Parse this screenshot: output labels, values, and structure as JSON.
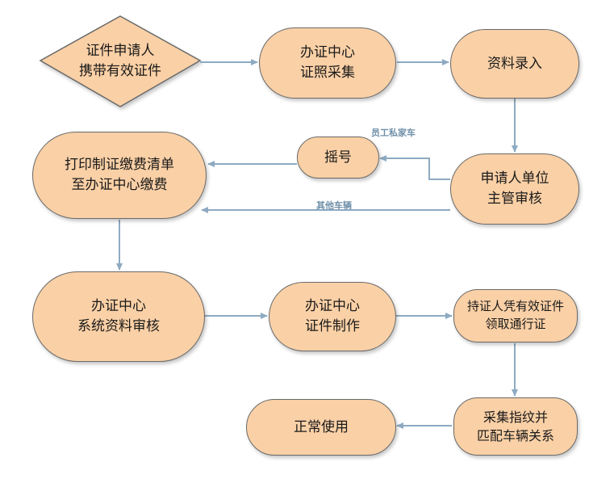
{
  "colors": {
    "node_fill": "#fad0a6",
    "node_border": "#6a6a6a",
    "arrow": "#8eaac2",
    "edge_label": "#6f8fa8"
  },
  "nodes": {
    "applicant": "证件申请人\n携带有效证件",
    "photo": "办证中心\n证照采集",
    "data_entry": "资料录入",
    "print_bill": "打印制证缴费清单\n至办证中心缴费",
    "lottery": "摇号",
    "unit_review": "申请人单位\n主管审核",
    "system_review": "办证中心\n系统资料审核",
    "make_card": "办证中心\n证件制作",
    "collect_pass": "持证人凭有效证件\n领取通行证",
    "normal_use": "正常使用",
    "fingerprint": "采集指纹并\n匹配车辆关系"
  },
  "edge_labels": {
    "staff_car": "员工私家车",
    "other_vehicles": "其他车辆"
  }
}
